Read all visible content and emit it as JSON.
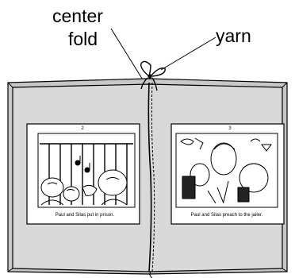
{
  "callouts": {
    "center_fold_line1": "center",
    "center_fold_line2": "fold",
    "yarn": "yarn"
  },
  "pages": [
    {
      "number": "2",
      "caption": "Paul and Silas put in prison."
    },
    {
      "number": "3",
      "caption": "Paul and Silas preach to the jailer."
    }
  ],
  "colors": {
    "cover": "#d9d9d9",
    "line": "#000000",
    "page": "#ffffff"
  }
}
